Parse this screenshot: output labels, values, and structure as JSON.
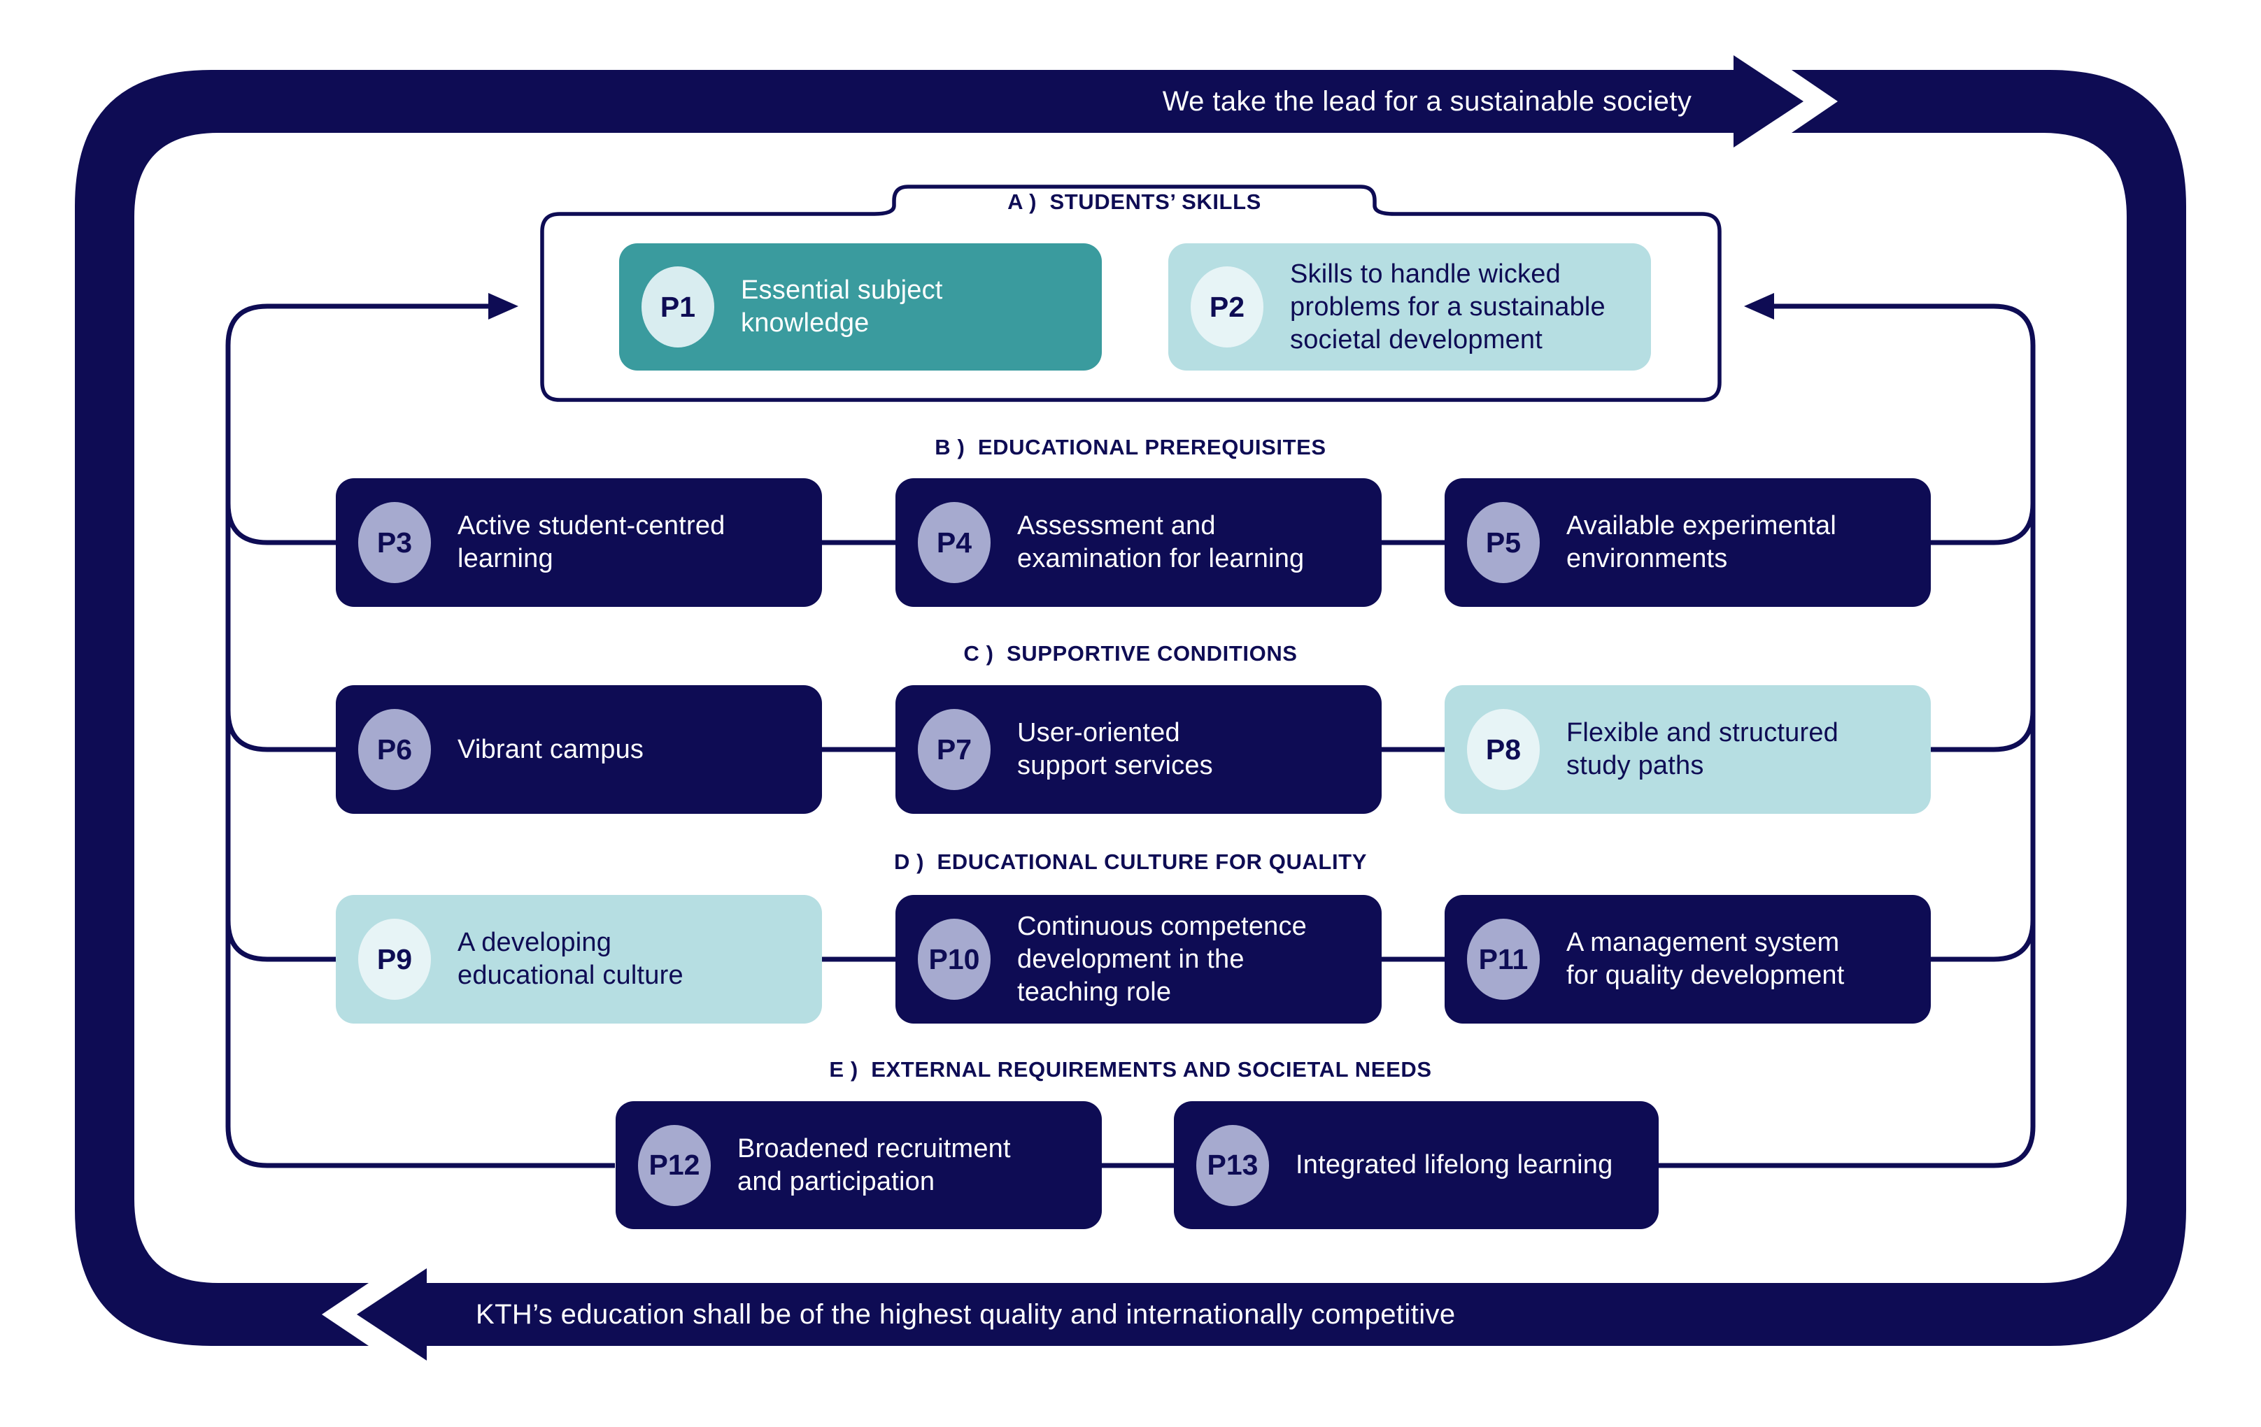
{
  "bands": {
    "top": {
      "text": "We take the lead for a sustainable society",
      "direction": "right"
    },
    "bottom": {
      "text": "KTH’s education shall be of the highest quality and internationally competitive",
      "direction": "left"
    }
  },
  "colors": {
    "navy": "#0E0C54",
    "teal": "#3A9B9E",
    "light_blue": "#B6DEE2",
    "lavender_circle": "#A6AACF",
    "light_circle": "#E7F4F6",
    "background": "#FFFFFF"
  },
  "sections": [
    {
      "id": "A",
      "label": "A )  STUDENTS’ SKILLS",
      "items": [
        {
          "id": "P1",
          "title": "Essential subject\nknowledge",
          "variant": "teal"
        },
        {
          "id": "P2",
          "title": "Skills to handle wicked\nproblems for a sustainable\nsocietal development",
          "variant": "light"
        }
      ]
    },
    {
      "id": "B",
      "label": "B )  EDUCATIONAL PREREQUISITES",
      "items": [
        {
          "id": "P3",
          "title": "Active student-centred\nlearning",
          "variant": "navy"
        },
        {
          "id": "P4",
          "title": "Assessment and\nexamination for learning",
          "variant": "navy"
        },
        {
          "id": "P5",
          "title": "Available experimental\nenvironments",
          "variant": "navy"
        }
      ]
    },
    {
      "id": "C",
      "label": "C )  SUPPORTIVE CONDITIONS",
      "items": [
        {
          "id": "P6",
          "title": "Vibrant campus",
          "variant": "navy"
        },
        {
          "id": "P7",
          "title": "User-oriented\nsupport services",
          "variant": "navy"
        },
        {
          "id": "P8",
          "title": "Flexible and structured\nstudy paths",
          "variant": "light"
        }
      ]
    },
    {
      "id": "D",
      "label": "D )  EDUCATIONAL CULTURE FOR QUALITY",
      "items": [
        {
          "id": "P9",
          "title": "A developing\neducational culture",
          "variant": "light"
        },
        {
          "id": "P10",
          "title": "Continuous competence\ndevelopment in the\nteaching role",
          "variant": "navy"
        },
        {
          "id": "P11",
          "title": "A management system\nfor quality development",
          "variant": "navy"
        }
      ]
    },
    {
      "id": "E",
      "label": "E )  EXTERNAL REQUIREMENTS AND SOCIETAL NEEDS",
      "items": [
        {
          "id": "P12",
          "title": "Broadened recruitment\nand participation",
          "variant": "navy"
        },
        {
          "id": "P13",
          "title": "Integrated lifelong learning",
          "variant": "navy"
        }
      ]
    }
  ]
}
